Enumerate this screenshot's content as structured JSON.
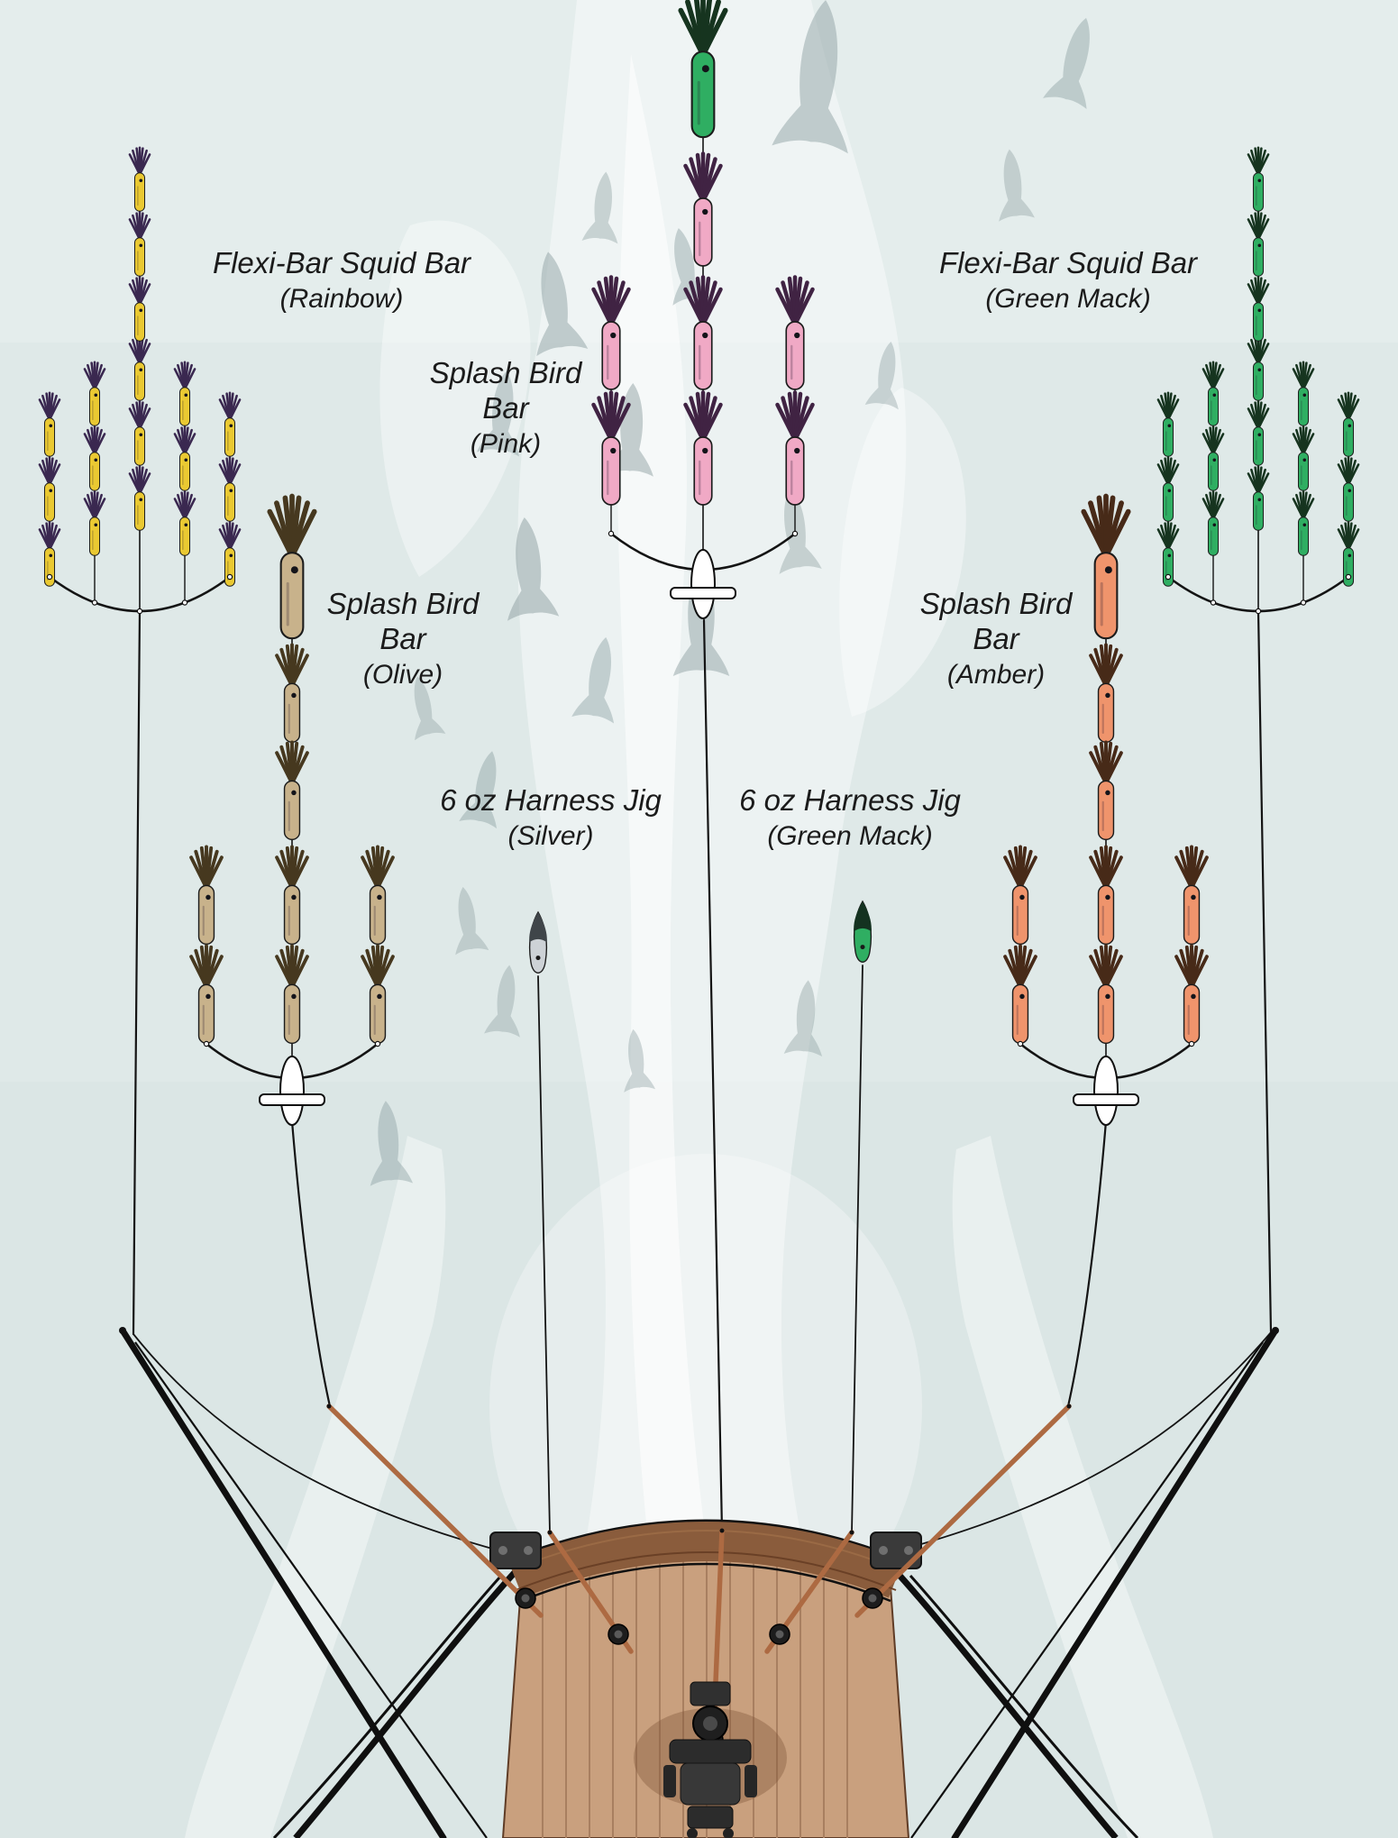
{
  "labels": {
    "rainbow": {
      "line1": "Flexi-Bar Squid Bar",
      "line2": "(Rainbow)"
    },
    "green_mack": {
      "line1": "Flexi-Bar Squid Bar",
      "line2": "(Green Mack)"
    },
    "pink": {
      "line1": "Splash Bird",
      "line2": "Bar",
      "line3": "(Pink)"
    },
    "olive": {
      "line1": "Splash Bird",
      "line2": "Bar",
      "line3": "(Olive)"
    },
    "amber": {
      "line1": "Splash Bird",
      "line2": "Bar",
      "line3": "(Amber)"
    },
    "jig_silver": {
      "line1": "6 oz Harness Jig",
      "line2": "(Silver)"
    },
    "jig_green": {
      "line1": "6 oz Harness Jig",
      "line2": "(Green Mack)"
    }
  },
  "colors": {
    "water": "#dfe9e8",
    "water_deep": "#d8e4e3",
    "wake": "#ffffff",
    "fish_shadow": "#8fa1a3",
    "line": "#141414",
    "rod": "#ad6a42",
    "rainbow_body": "#eac932",
    "rainbow_skirt": "#3a2850",
    "greenmack_body": "#2fae62",
    "greenmack_skirt": "#16341f",
    "pink_body": "#f0a9c5",
    "pink_skirt": "#402343",
    "olive_body": "#c8b28b",
    "olive_skirt": "#46381f",
    "amber_body": "#ef946c",
    "amber_skirt": "#472a18",
    "silver_jig": "#cdd2d6",
    "silver_jig_top": "#3f4549",
    "green_jig": "#2fae62",
    "green_jig_top": "#143220",
    "bird": "#ffffff",
    "transom_wood": "#8a5c3c",
    "deck_wood": "#c9a07e",
    "plank": "#a87f60",
    "hull": "#0f0f0f",
    "hardware": "#3a3a3a"
  }
}
